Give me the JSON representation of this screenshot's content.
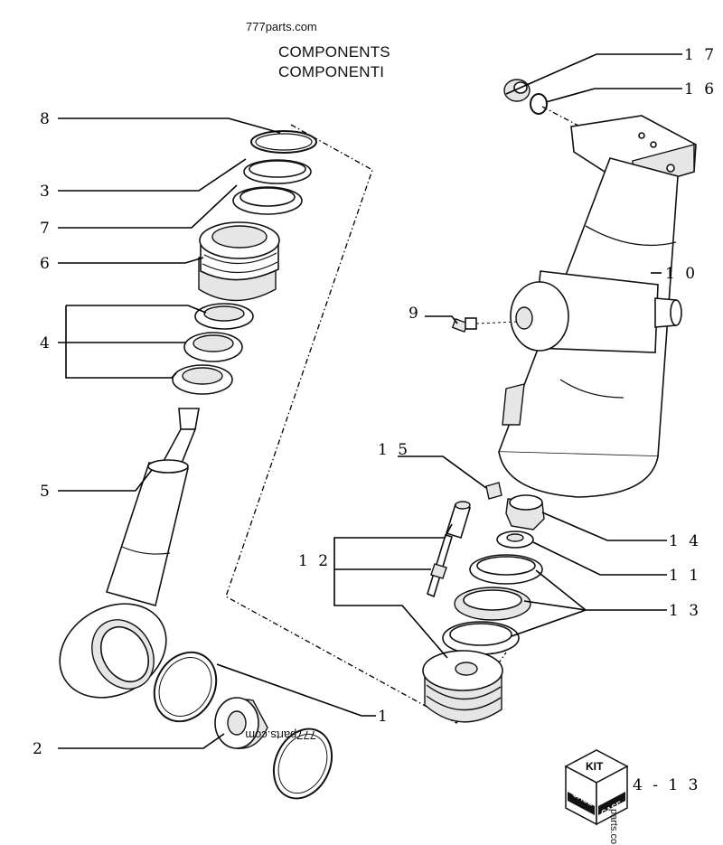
{
  "watermark_top": "777parts.com",
  "watermark_mid": "777parts.com",
  "watermark_side": "parts.co",
  "title_en": "COMPONENTS",
  "title_it": "COMPONENTI",
  "callouts": {
    "n1": "1",
    "n2": "2",
    "n3": "3",
    "n4": "4",
    "n5": "5",
    "n6": "6",
    "n7": "7",
    "n8": "8",
    "n9": "9",
    "n10": "1 0",
    "n11": "1 1",
    "n12": "1 2",
    "n13": "1 3",
    "n14": "1 4",
    "n15": "1 5",
    "n16": "1 6",
    "n17": "1 7"
  },
  "kit": {
    "label": "KIT",
    "brand": "CASE",
    "page_ref": "4 - 1 3"
  }
}
